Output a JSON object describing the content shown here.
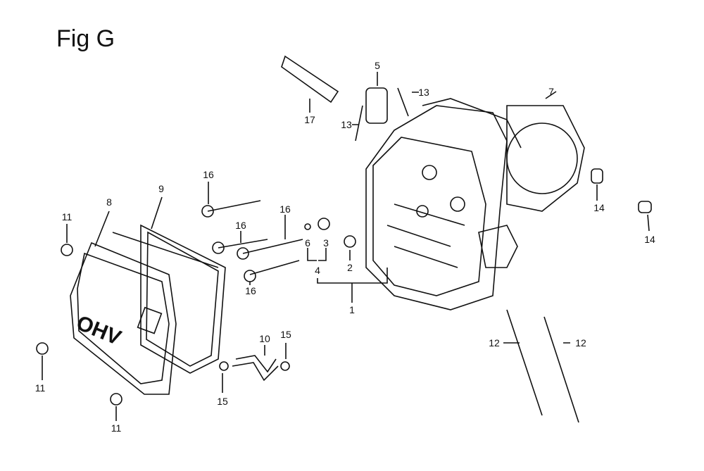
{
  "title": "Fig G",
  "part_text": "OHV",
  "labels": {
    "l17": "17",
    "l5": "5",
    "l13a": "13",
    "l13b": "13",
    "l7": "7",
    "l16a": "16",
    "l16b": "16",
    "l16c": "16",
    "l16d": "16",
    "l8": "8",
    "l9": "9",
    "l11a": "11",
    "l11b": "11",
    "l11c": "11",
    "l6": "6",
    "l3": "3",
    "l2": "2",
    "l4": "4",
    "l1": "1",
    "l14a": "14",
    "l14b": "14",
    "l12a": "12",
    "l12b": "12",
    "l10": "10",
    "l15a": "15",
    "l15b": "15"
  }
}
